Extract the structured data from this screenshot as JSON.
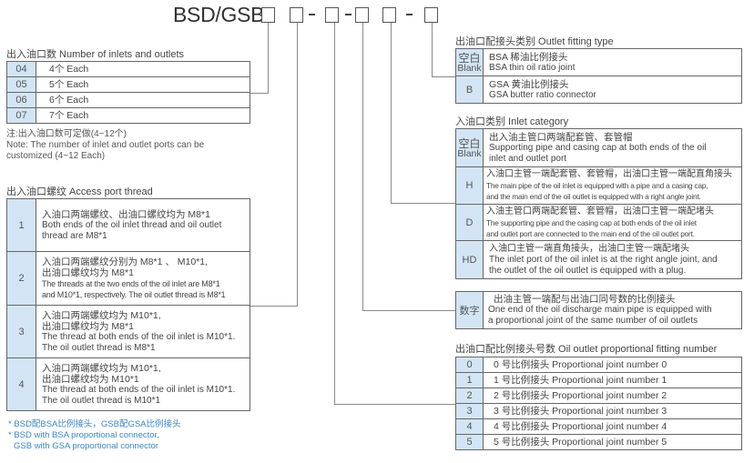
{
  "header": {
    "model_prefix": "BSD/GSB",
    "slots": [
      "",
      "",
      "",
      "",
      "",
      ""
    ],
    "separators": [
      "-",
      "-",
      "-"
    ]
  },
  "inlets_outlets": {
    "heading": "出入油口数 Number of inlets and outlets",
    "rows": [
      {
        "key": "04",
        "value": "4个 Each"
      },
      {
        "key": "05",
        "value": "5个 Each"
      },
      {
        "key": "06",
        "value": "6个 Each"
      },
      {
        "key": "07",
        "value": "7个 Each"
      }
    ],
    "note_cn": "注:出入油口数可定做(4~12个)",
    "note_en_1": "Note: The number of inlet and outlet ports can be",
    "note_en_2": "customized (4~12 Each)"
  },
  "access_thread": {
    "heading": "出入油口螺纹 Access port thread",
    "rows": [
      {
        "key": "1",
        "cn": [
          "入油口两端螺纹、出油口螺纹均为 M8*1"
        ],
        "en": [
          "Both ends of the oil inlet thread and oil outlet",
          "thread are M8*1"
        ]
      },
      {
        "key": "2",
        "cn": [
          "入油口两端螺纹分别为 M8*1 、 M10*1,",
          "出油口螺纹均为 M8*1"
        ],
        "en": [
          "The threads at the two ends of the oil inlet are M8*1",
          "and M10*1, respectively. The oil outlet thread is M8*1"
        ]
      },
      {
        "key": "3",
        "cn": [
          "入油口两端螺纹均为 M10*1,",
          "出油口螺纹均为 M8*1"
        ],
        "en": [
          "The thread at both ends of the oil inlet is M10*1.",
          "The oil outlet thread is M8*1"
        ]
      },
      {
        "key": "4",
        "cn": [
          "入油口两端螺纹均为 M10*1,",
          "出油口螺纹均为 M10*1"
        ],
        "en": [
          "The thread at both ends of the oil inlet is M10*1.",
          "The oil outlet thread is M10*1"
        ]
      }
    ]
  },
  "footnotes": {
    "line1": "* BSD配BSA比例接头，GSB配GSA比例接头",
    "line2": "* BSD with BSA proportional connector,",
    "line3": "GSB with GSA proportional connector",
    "color": "#3b86c8"
  },
  "outlet_fitting": {
    "heading": "出油口配接头类别 Outlet fitting type",
    "rows": [
      {
        "key_cn": "空白",
        "key_en": "Blank",
        "cn": "BSA 稀油比例接头",
        "en": "BSA thin oil ratio joint"
      },
      {
        "key_cn": "",
        "key_en": "B",
        "cn": "GSA 黄油比例接头",
        "en": "GSA butter ratio connector"
      }
    ]
  },
  "inlet_category": {
    "heading": "入油口类别 Inlet category",
    "rows": [
      {
        "key_cn": "空白",
        "key_en": "Blank",
        "cn": "出入油主管口两端配套管、套管帽",
        "en": [
          "Supporting pipe and casing cap at both ends of the oil",
          "inlet and outlet port"
        ]
      },
      {
        "key_cn": "",
        "key_en": "H",
        "cn": "入油口主管一端配套管、套管帽，出油口主管一端配直角接头",
        "en": [
          "The main pipe of the oil inlet is equipped with a pipe and a casing cap,",
          "and the main end of the oil outlet is equipped with a right angle joint."
        ]
      },
      {
        "key_cn": "",
        "key_en": "D",
        "cn": "入油主管口两端配套管、套管帽，出油口主管一端配堵头",
        "en": [
          "The supporting pipe and the casing cap at both ends of the oil inlet",
          "and outlet port are connected to the main end of the oil outlet port."
        ]
      },
      {
        "key_cn": "",
        "key_en": "HD",
        "cn": "入油口主管一端直角接头，出油口主管一端配堵头",
        "en": [
          "The inlet port of the oil inlet is at the right angle joint, and",
          "the outlet of the oil outlet is equipped with a plug."
        ]
      }
    ]
  },
  "digit_spec": {
    "key": "数字",
    "cn": "出油主管一端配与出油口同号数的比例接头",
    "en": [
      "One end of the oil discharge main pipe is equipped with",
      "a proportional joint of the same number of oil outlets"
    ]
  },
  "proportional_number": {
    "heading": "出油口配比例接头号数 Oil outlet proportional fitting number",
    "rows": [
      {
        "key": "0",
        "value": "0 号比例接头 Proportional joint number 0"
      },
      {
        "key": "1",
        "value": "1 号比例接头 Proportional joint number 1"
      },
      {
        "key": "2",
        "value": "2 号比例接头 Proportional joint number 2"
      },
      {
        "key": "3",
        "value": "3 号比例接头 Proportional joint number 3"
      },
      {
        "key": "4",
        "value": "4 号比例接头 Proportional joint number 4"
      },
      {
        "key": "5",
        "value": "5 号比例接头 Proportional joint number 5"
      }
    ]
  },
  "colors": {
    "key_cell_bg": "#d3e5f5",
    "border": "#666666",
    "connector_line": "#8a8a8a",
    "footnote_blue": "#3b86c8"
  }
}
